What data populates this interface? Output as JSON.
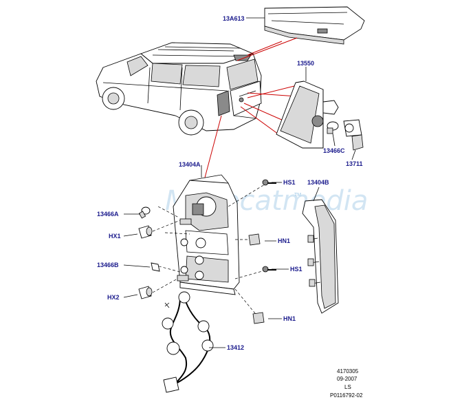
{
  "watermark": "Microcat",
  "watermark_suffix": "media",
  "watermark_tm": "TM",
  "labels": {
    "high_mount_stop_lamp": "13A613",
    "rear_lamp_assembly": "13550",
    "bulb_13466c": "13466C",
    "socket_13711": "13711",
    "tail_lamp_left": "13404A",
    "tail_lamp_right": "13404B",
    "bulb_13466a": "13466A",
    "bulb_13466b": "13466B",
    "hx1": "HX1",
    "hx2": "HX2",
    "hs1_top": "HS1",
    "hs1_bottom": "HS1",
    "hn1_top": "HN1",
    "hn1_bottom": "HN1",
    "harness": "13412"
  },
  "meta": {
    "ref_number": "4170305",
    "date": "09-2007",
    "market": "LS",
    "part_code": "P0116792-02"
  }
}
